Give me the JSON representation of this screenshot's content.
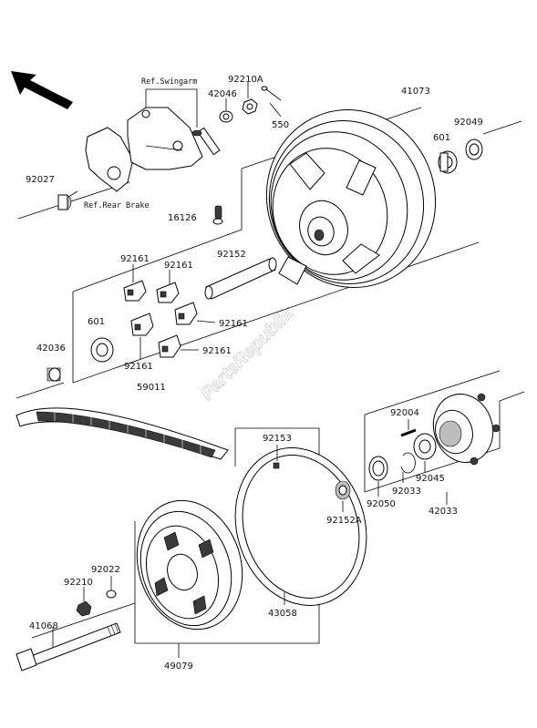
{
  "watermark": "PartsRepublik",
  "references": {
    "swingarm": "Ref.Swingarm",
    "rear_brake": "Ref.Rear Brake"
  },
  "parts": {
    "p92210A": "92210A",
    "p42046": "42046",
    "p550": "550",
    "p41073": "41073",
    "p92027": "92027",
    "p92049": "92049",
    "p601_top": "601",
    "p16126": "16126",
    "p92152": "92152",
    "p92161_a": "92161",
    "p92161_b": "92161",
    "p92161_c": "92161",
    "p92161_d": "92161",
    "p92161_e": "92161",
    "p601_left": "601",
    "p42036": "42036",
    "p59011": "59011",
    "p92153": "92153",
    "p92004": "92004",
    "p92045": "92045",
    "p92033": "92033",
    "p92050": "92050",
    "p92152A": "92152A",
    "p42033": "42033",
    "p92022": "92022",
    "p92210": "92210",
    "p43058": "43058",
    "p41068": "41068",
    "p49079": "49079"
  }
}
